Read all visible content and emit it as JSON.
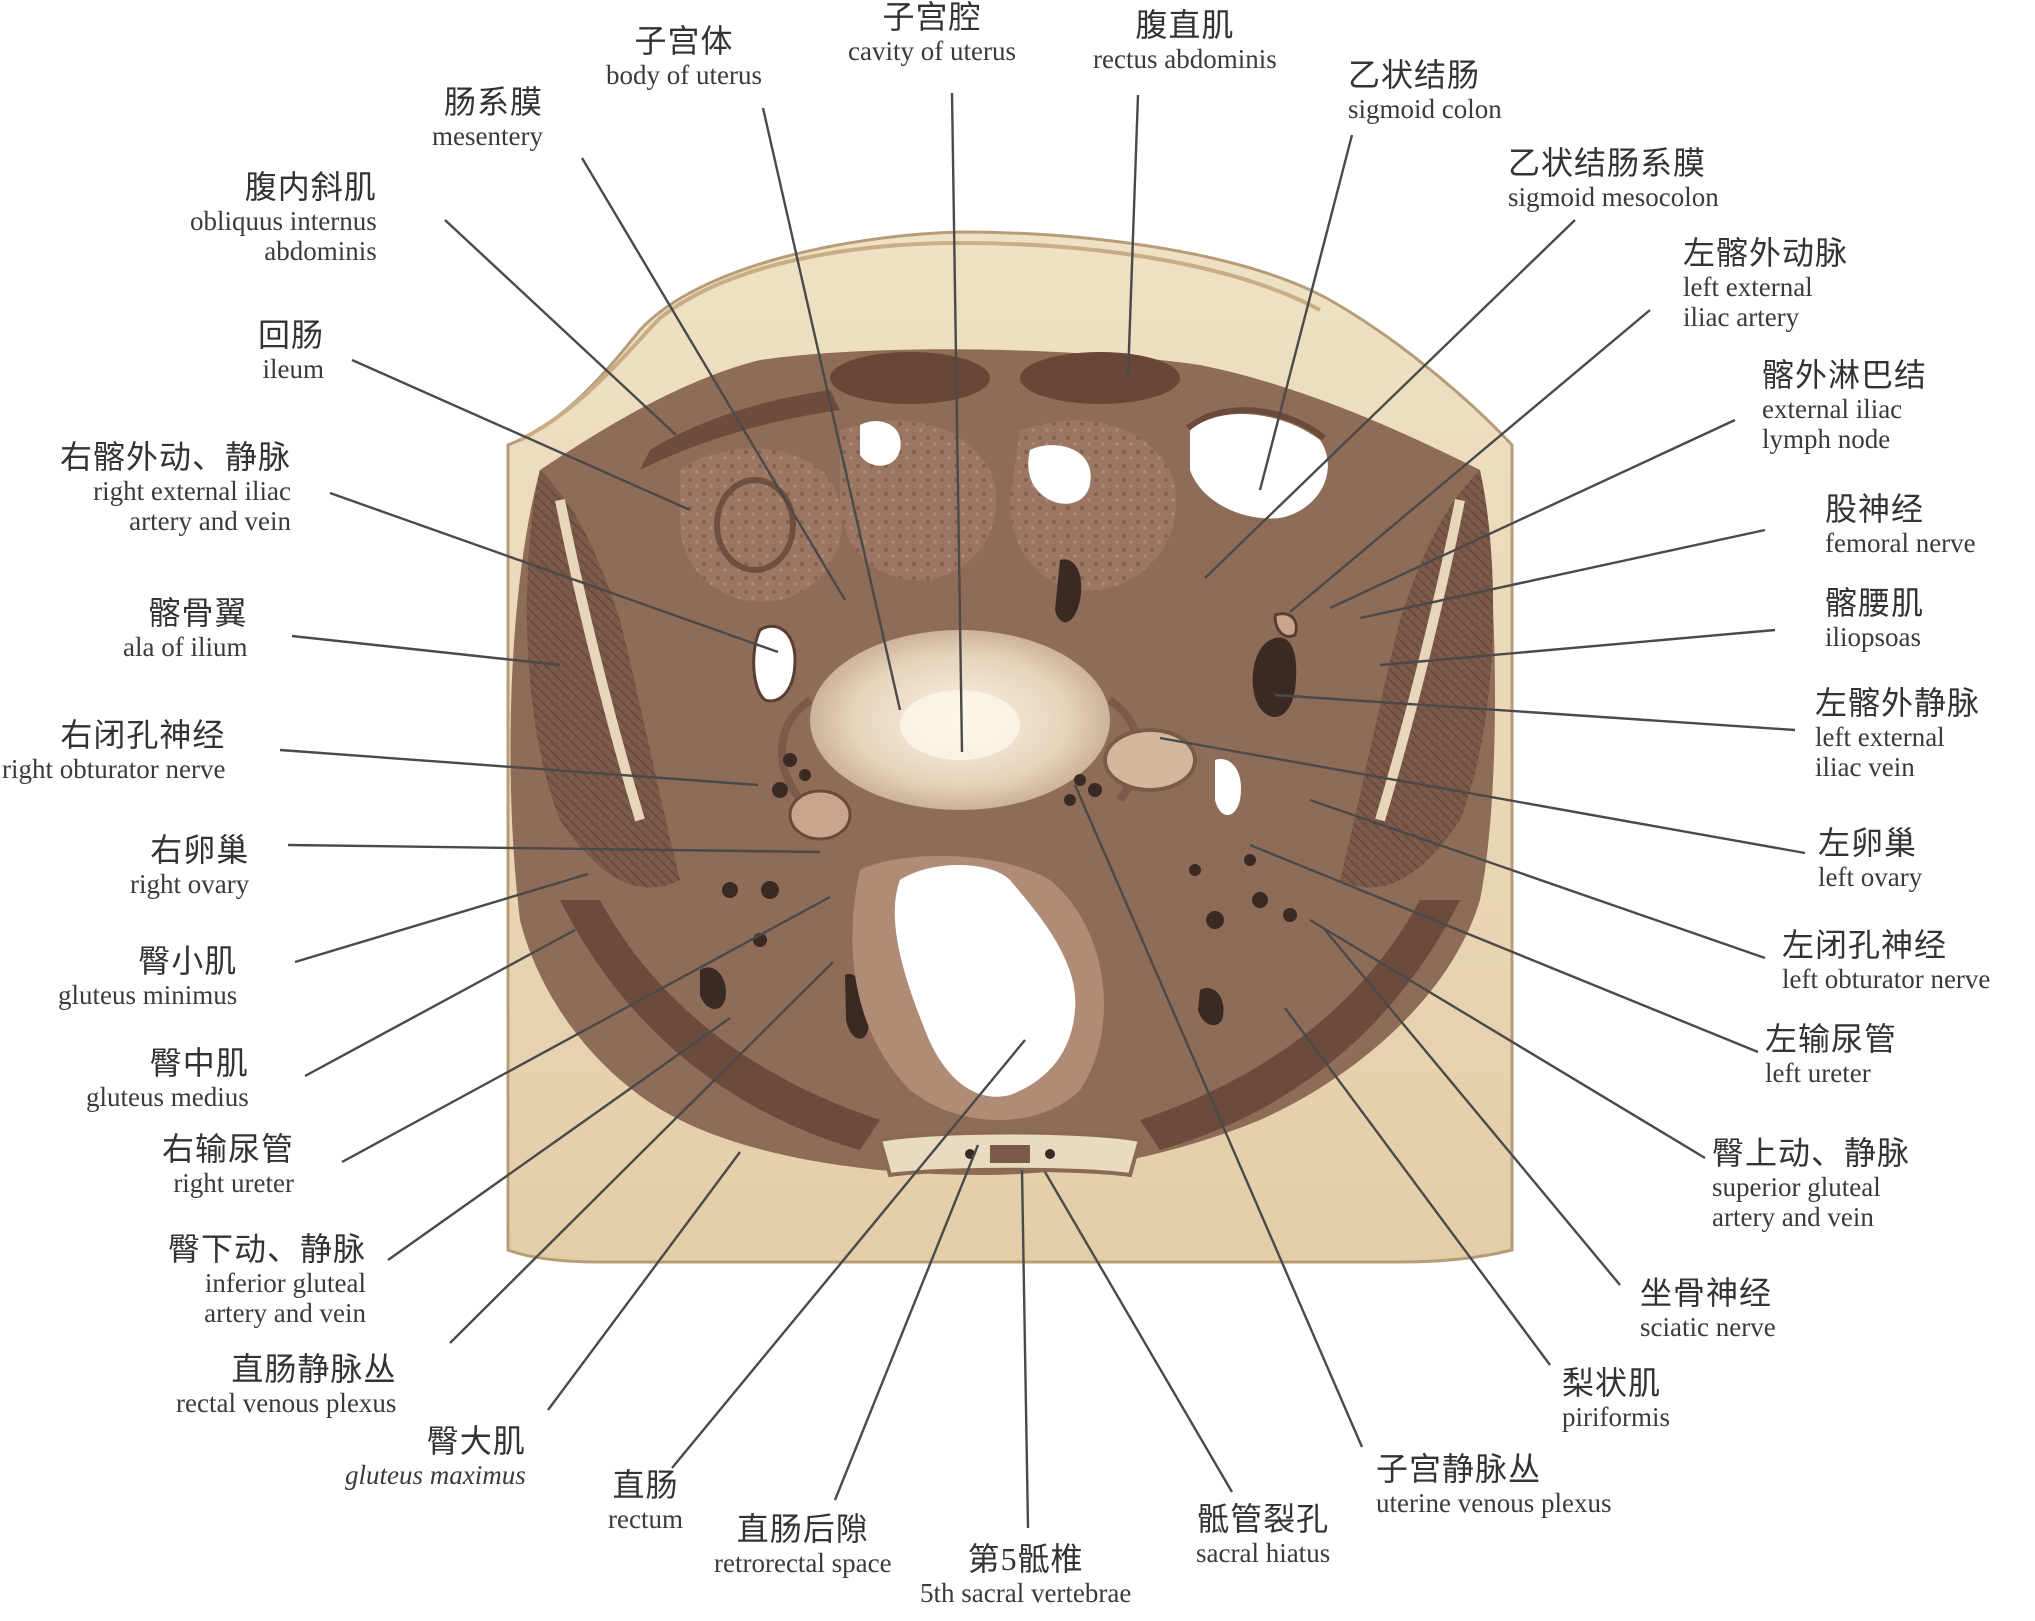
{
  "labels": [
    {
      "id": "body-of-uterus",
      "zh": "子宫体",
      "en": "body of uterus"
    },
    {
      "id": "cavity-of-uterus",
      "zh": "子宫腔",
      "en": "cavity of uterus"
    },
    {
      "id": "rectus-abdominis",
      "zh": "腹直肌",
      "en": "rectus abdominis"
    },
    {
      "id": "sigmoid-colon",
      "zh": "乙状结肠",
      "en": "sigmoid colon"
    },
    {
      "id": "mesentery",
      "zh": "肠系膜",
      "en": "mesentery"
    },
    {
      "id": "sigmoid-mesocolon",
      "zh": "乙状结肠系膜",
      "en": "sigmoid mesocolon"
    },
    {
      "id": "obliquus-internus",
      "zh": "腹内斜肌",
      "en": "obliquus internus",
      "en2": "abdominis"
    },
    {
      "id": "left-external-iliac-artery",
      "zh": "左髂外动脉",
      "en": "left external",
      "en2": "iliac artery"
    },
    {
      "id": "ileum",
      "zh": "回肠",
      "en": "ileum"
    },
    {
      "id": "external-iliac-lymph-node",
      "zh": "髂外淋巴结",
      "en": "external iliac",
      "en2": "lymph node"
    },
    {
      "id": "right-external-iliac-vessels",
      "zh": "右髂外动、静脉",
      "en": "right external iliac",
      "en2": "artery and vein"
    },
    {
      "id": "femoral-nerve",
      "zh": "股神经",
      "en": "femoral nerve"
    },
    {
      "id": "ala-of-ilium",
      "zh": "髂骨翼",
      "en": "ala of ilium"
    },
    {
      "id": "iliopsoas",
      "zh": "髂腰肌",
      "en": "iliopsoas"
    },
    {
      "id": "right-obturator-nerve",
      "zh": "右闭孔神经",
      "en": "right obturator nerve"
    },
    {
      "id": "left-external-iliac-vein",
      "zh": "左髂外静脉",
      "en": "left external",
      "en2": "iliac vein"
    },
    {
      "id": "right-ovary",
      "zh": "右卵巢",
      "en": "right ovary"
    },
    {
      "id": "left-ovary",
      "zh": "左卵巢",
      "en": "left ovary"
    },
    {
      "id": "gluteus-minimus",
      "zh": "臀小肌",
      "en": "gluteus minimus"
    },
    {
      "id": "left-obturator-nerve",
      "zh": "左闭孔神经",
      "en": "left obturator nerve"
    },
    {
      "id": "gluteus-medius",
      "zh": "臀中肌",
      "en": "gluteus medius"
    },
    {
      "id": "left-ureter",
      "zh": "左输尿管",
      "en": "left ureter"
    },
    {
      "id": "right-ureter",
      "zh": "右输尿管",
      "en": "right ureter"
    },
    {
      "id": "superior-gluteal-vessels",
      "zh": "臀上动、静脉",
      "en": "superior gluteal",
      "en2": "artery and vein"
    },
    {
      "id": "inferior-gluteal-vessels",
      "zh": "臀下动、静脉",
      "en": "inferior gluteal",
      "en2": "artery and vein"
    },
    {
      "id": "sciatic-nerve",
      "zh": "坐骨神经",
      "en": "sciatic nerve"
    },
    {
      "id": "rectal-venous-plexus",
      "zh": "直肠静脉丛",
      "en": "rectal venous plexus"
    },
    {
      "id": "piriformis",
      "zh": "梨状肌",
      "en": "piriformis"
    },
    {
      "id": "gluteus-maximus",
      "zh": "臀大肌",
      "en": "gluteus maximus"
    },
    {
      "id": "uterine-venous-plexus",
      "zh": "子宫静脉丛",
      "en": "uterine venous plexus"
    },
    {
      "id": "rectum",
      "zh": "直肠",
      "en": "rectum"
    },
    {
      "id": "sacral-hiatus",
      "zh": "骶管裂孔",
      "en": "sacral hiatus"
    },
    {
      "id": "retrorectal-space",
      "zh": "直肠后隙",
      "en": "retrorectal space"
    },
    {
      "id": "fifth-sacral-vertebra",
      "zh": "第5骶椎",
      "en": "5th sacral vertebrae"
    }
  ],
  "colors": {
    "skin": "#eee0c2",
    "fat": "#e3cda6",
    "muscle": "#7d5b4a",
    "muscle_dark": "#5e4034",
    "organ": "#a8826c",
    "uterus": "#e8d7c0",
    "lumen": "#ffffff",
    "vessel": "#3b2a24",
    "leader": "#4a4a4a"
  }
}
